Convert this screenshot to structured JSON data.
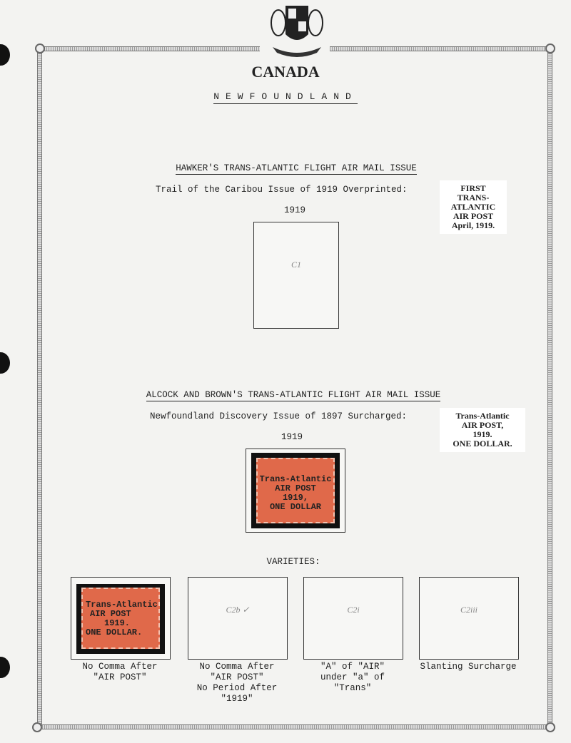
{
  "page": {
    "country": "CANADA",
    "region": "NEWFOUNDLAND"
  },
  "section1": {
    "heading": "HAWKER'S TRANS-ATLANTIC FLIGHT AIR MAIL ISSUE",
    "subtitle": "Trail of the Caribou Issue of 1919 Overprinted:",
    "year": "1919",
    "space_note": "C1",
    "overprint_label": [
      "FIRST",
      "TRANS-",
      "ATLANTIC",
      "AIR POST",
      "April, 1919."
    ]
  },
  "section2": {
    "heading": "ALCOCK AND BROWN'S TRANS-ATLANTIC FLIGHT AIR MAIL ISSUE",
    "subtitle": "Newfoundland Discovery Issue of 1897 Surcharged:",
    "year": "1919",
    "overprint_label": [
      "Trans-Atlantic",
      "AIR POST,",
      "1919.",
      "ONE DOLLAR."
    ],
    "stamp_overprint": [
      "Trans-Atlantic",
      "AIR POST",
      "1919,",
      "ONE DOLLAR"
    ]
  },
  "varieties": {
    "heading": "VARIETIES:",
    "items": [
      {
        "note": "",
        "caption": [
          "No Comma After",
          "\"AIR POST\""
        ],
        "stamp_overprint": [
          "Trans-Atlantic",
          "AIR POST",
          "1919.",
          "ONE DOLLAR."
        ]
      },
      {
        "note": "C2b ✓",
        "caption": [
          "No Comma After",
          "\"AIR POST\"",
          "No Period After",
          "\"1919\""
        ]
      },
      {
        "note": "C2i",
        "caption": [
          "\"A\" of \"AIR\"",
          "under \"a\" of",
          "\"Trans\""
        ]
      },
      {
        "note": "C2iii",
        "caption": [
          "Slanting Surcharge"
        ]
      }
    ]
  }
}
